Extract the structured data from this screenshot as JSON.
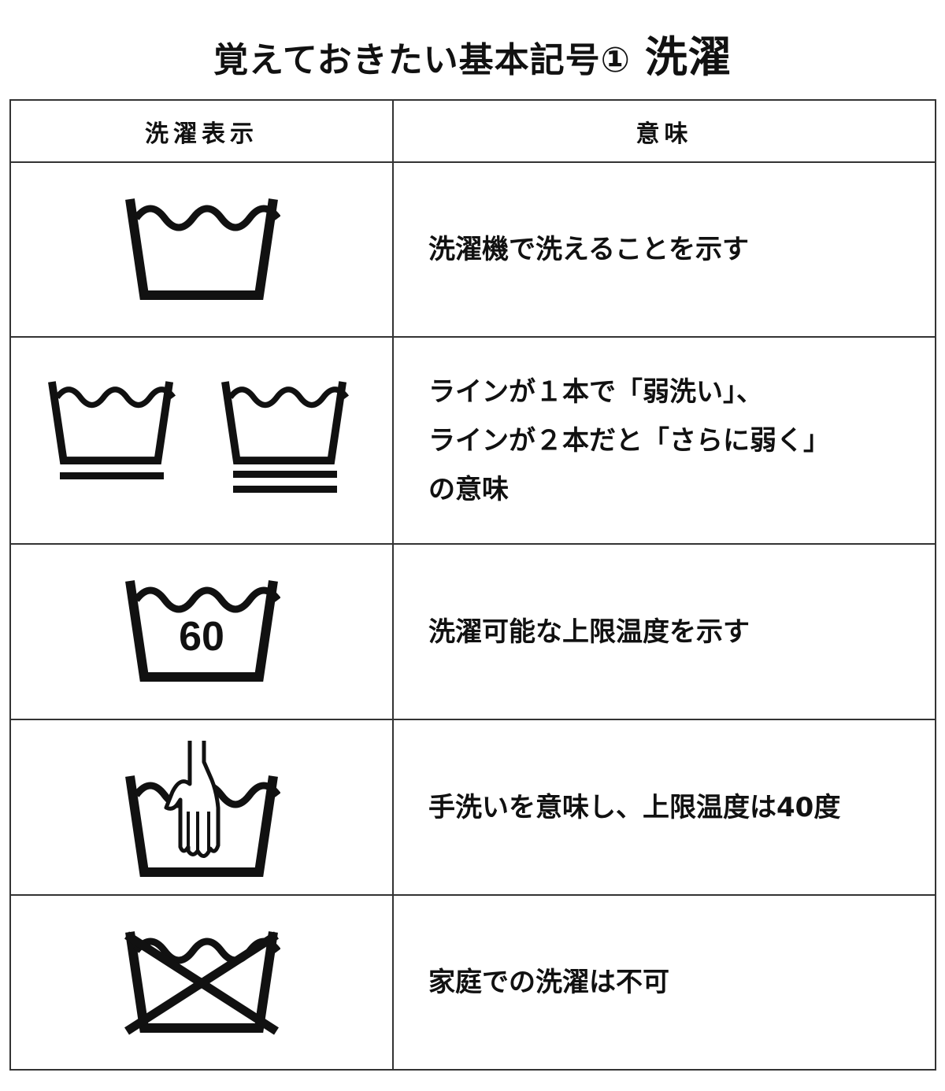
{
  "title": {
    "main": "覚えておきたい基本記号①",
    "sub": "洗濯"
  },
  "table": {
    "headers": [
      "洗濯表示",
      "意味"
    ],
    "rows": [
      {
        "icon": "washtub-icon",
        "meaning": [
          "洗濯機で洗えることを示す"
        ]
      },
      {
        "icon": "washtub-gentle-icons",
        "meaning": [
          "ラインが１本で「弱洗い」、",
          "ラインが２本だと「さらに弱く」",
          "の意味"
        ]
      },
      {
        "icon": "washtub-temperature-icon",
        "temperature": "60",
        "meaning": [
          "洗濯可能な上限温度を示す"
        ]
      },
      {
        "icon": "hand-wash-icon",
        "meaning": [
          "手洗いを意味し、上限温度は40度"
        ]
      },
      {
        "icon": "do-not-wash-icon",
        "meaning": [
          "家庭での洗濯は不可"
        ]
      }
    ]
  }
}
